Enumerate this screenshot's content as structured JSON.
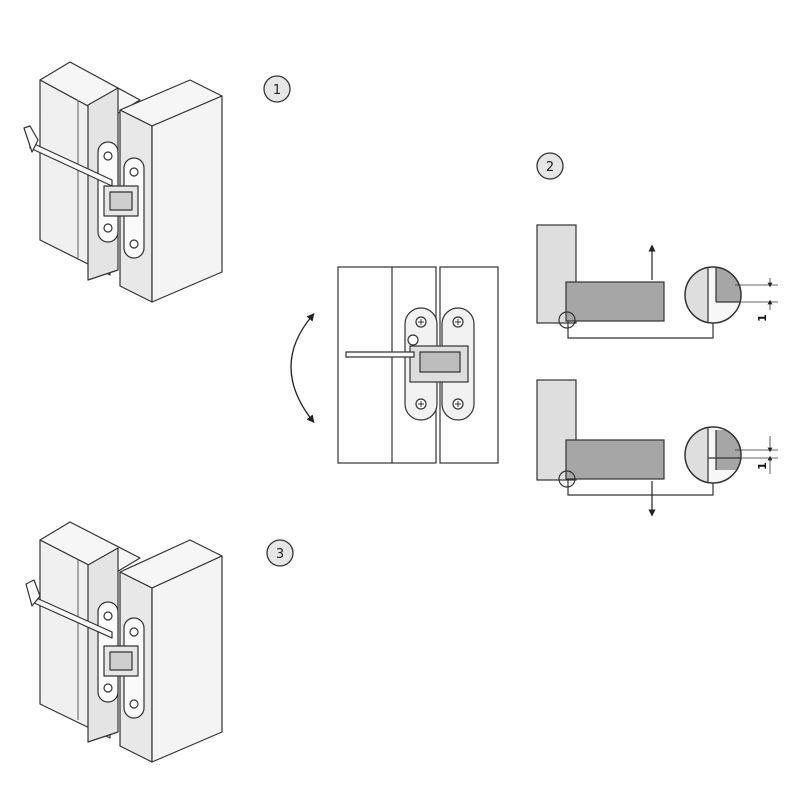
{
  "steps": [
    {
      "number": "1"
    },
    {
      "number": "2"
    },
    {
      "number": "3"
    }
  ],
  "dimensions": {
    "upper_detail": "1",
    "lower_detail": "1"
  },
  "colors": {
    "frame_fill": "#dedede",
    "door_fill": "#a6a6a6",
    "panel_fill": "#f4f4f4",
    "stroke": "#333333"
  },
  "icons": [
    "hex-key-icon",
    "hinge-icon",
    "rotate-arrow-icon",
    "up-arrow-icon",
    "down-arrow-icon",
    "magnifier-detail-icon"
  ]
}
